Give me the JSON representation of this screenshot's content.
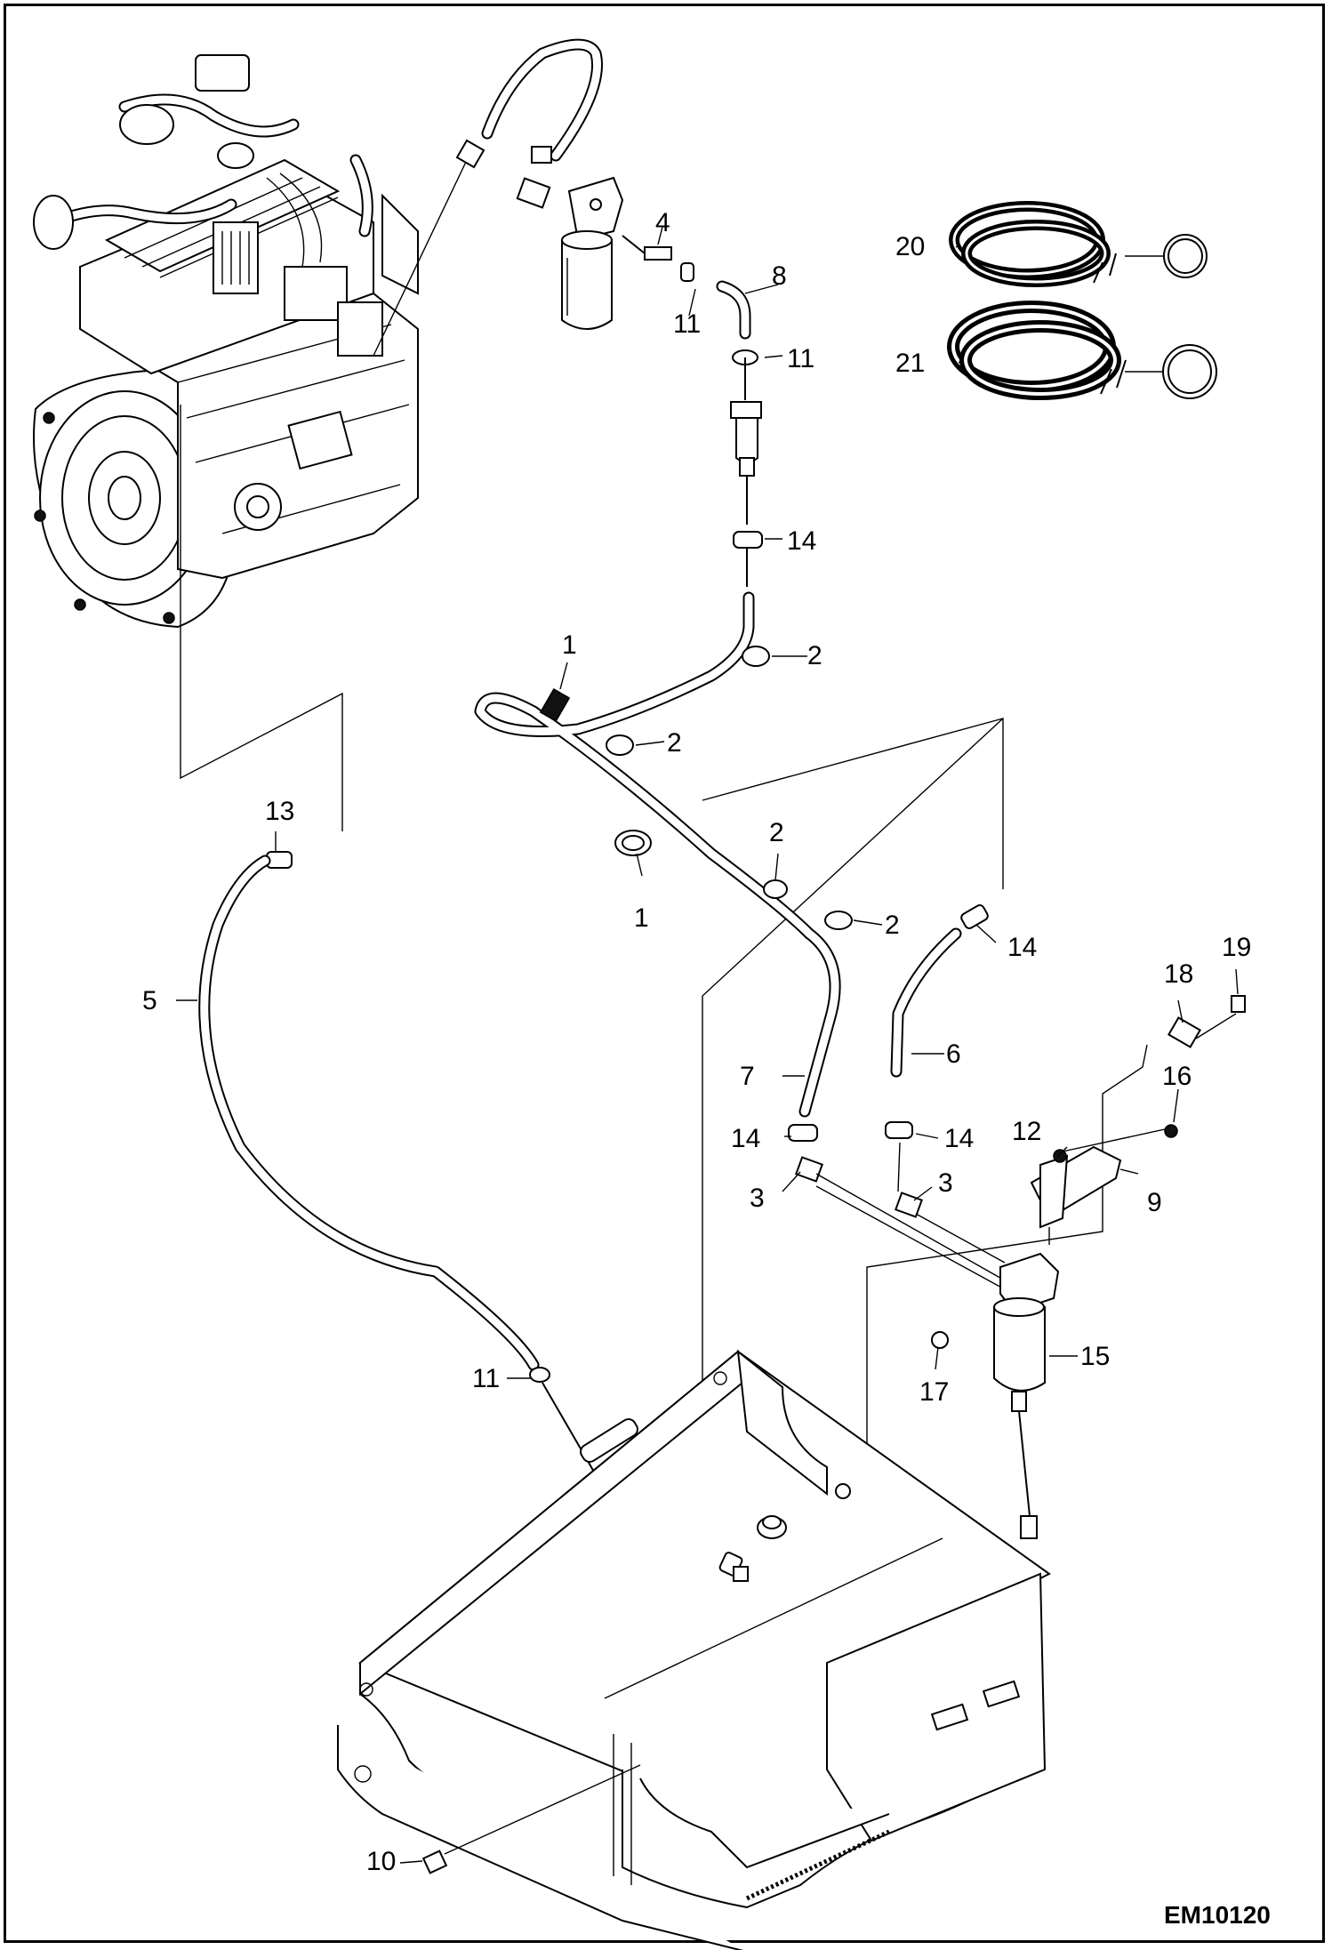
{
  "diagram": {
    "drawing_code": "EM10120",
    "callouts": {
      "c1a": "1",
      "c1b": "1",
      "c2a": "2",
      "c2b": "2",
      "c2c": "2",
      "c2d": "2",
      "c3a": "3",
      "c3b": "3",
      "c4": "4",
      "c5": "5",
      "c6": "6",
      "c7": "7",
      "c8": "8",
      "c9": "9",
      "c10": "10",
      "c11a": "11",
      "c11b": "11",
      "c11c": "11",
      "c12": "12",
      "c13": "13",
      "c14a": "14",
      "c14b": "14",
      "c14c": "14",
      "c14d": "14",
      "c15": "15",
      "c16": "16",
      "c17": "17",
      "c18": "18",
      "c19": "19",
      "c20": "20",
      "c21": "21"
    }
  }
}
